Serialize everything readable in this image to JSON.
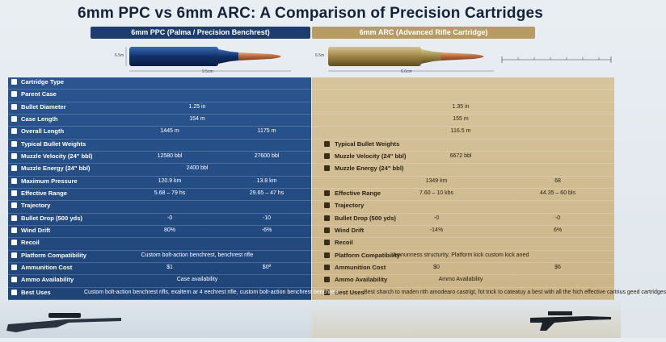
{
  "title": "6mm PPC vs 6mm ARC: A Comparison of Precision Cartridges",
  "columns": {
    "left": "6mm PPC (Palma / Precision Benchrest)",
    "right": "6mm ARC (Advanced Rifle Cartridge)"
  },
  "dimensions": {
    "left_length": "9.5cm",
    "left_side": "6.5m",
    "right_length": "6.6cm",
    "right_side": "6.5m"
  },
  "rows": [
    {
      "label": "Cartridge Type",
      "icon": "rifle-icon"
    },
    {
      "label": "Parent Case",
      "icon": "case-icon"
    },
    {
      "label": "Bullet Diameter",
      "icon": "bullet-icon",
      "left": "1.25 in",
      "right": "1.35 in"
    },
    {
      "label": "Case Length",
      "icon": "case-length-icon",
      "left": "154 m",
      "right": "155 m"
    },
    {
      "label": "Overall Length",
      "icon": "length-icon",
      "left_a": "1445 m",
      "left_b": "1175 m",
      "right": "116.5 m"
    },
    {
      "label": "Typical Bullet Weights",
      "icon": "bullets-icon",
      "rlabel": "Typical Bullet Weights"
    },
    {
      "label": "Muzzle Velocity (24\" bbl)",
      "icon": "gauge-icon",
      "left_a": "12580 bbl",
      "left_b": "27600 bbl",
      "rlabel": "Muzzle Velocity (24\" bbl)",
      "right": "6672 bbl"
    },
    {
      "label": "Muzzle Energy (24\" bbl)",
      "icon": "gauge-icon",
      "left": "2400 bbl",
      "rlabel": "Muzzle Energy (24\" bbl)"
    },
    {
      "label": "Maximum Pressure",
      "icon": "pressure-icon",
      "left_a": "120.9 km",
      "left_b": "13.8 km",
      "right_a": "1349 km",
      "right_b": "68"
    },
    {
      "label": "Effective Range",
      "icon": "target-icon",
      "left_a": "5.68 – 79 hs",
      "left_b": "29.65 – 47 hs",
      "rlabel": "Effective Range",
      "right_a": "7.60 – 10 kbs",
      "right_b": "44.35 – 60 bls"
    },
    {
      "label": "Trajectory",
      "icon": "trajectory-icon",
      "rlabel": "Trajectory"
    },
    {
      "label": "Bullet Drop (500 yds)",
      "icon": "drop-icon",
      "left_a": "-0",
      "left_b": "-10",
      "rlabel": "Bullet Drop (500 yds)",
      "right_a": "-0",
      "right_b": "-0"
    },
    {
      "label": "Wind Drift",
      "icon": "wind-icon",
      "left_a": "80%",
      "left_b": "-6%",
      "rlabel": "Wind Drift",
      "right_a": "-14%",
      "right_b": "6%"
    },
    {
      "label": "Recoil",
      "icon": "recoil-icon",
      "rlabel": "Recoil"
    },
    {
      "label": "Platform Compatibility",
      "icon": "platform-icon",
      "left": "Custom bolt-action benchrest, benchrest rifle",
      "rlabel": "Platform Compatibility",
      "right": "Amnunness structurity, Platform kick custom kick aned"
    },
    {
      "label": "Ammunition Cost",
      "icon": "cost-icon",
      "left_a": "$1",
      "left_b": "$0ª",
      "rlabel": "Ammunition Cost",
      "right_a": "$0",
      "right_b": "$6"
    },
    {
      "label": "Ammo Availability",
      "icon": "availability-icon",
      "left": "Case availability",
      "rlabel": "Ammo Availability",
      "right": "Ammo Availability"
    },
    {
      "label": "Best Uses",
      "icon": "uses-icon",
      "left": "Custom bolt-action benchrest rifls, exaltern ar 4 eechrest rifle, custom bolt-action benchrest benchrest",
      "rlabel": "Best Uses",
      "right": "Best sharch to maden rith amodearo castrigt, fot trick to cateatuy a best with all the hich effective cartrius geed cartridges"
    }
  ],
  "colors": {
    "left_panel": "#2a5590",
    "right_panel": "#d7c49c",
    "left_header": "#1e3c6e",
    "right_header": "#b79b63"
  }
}
